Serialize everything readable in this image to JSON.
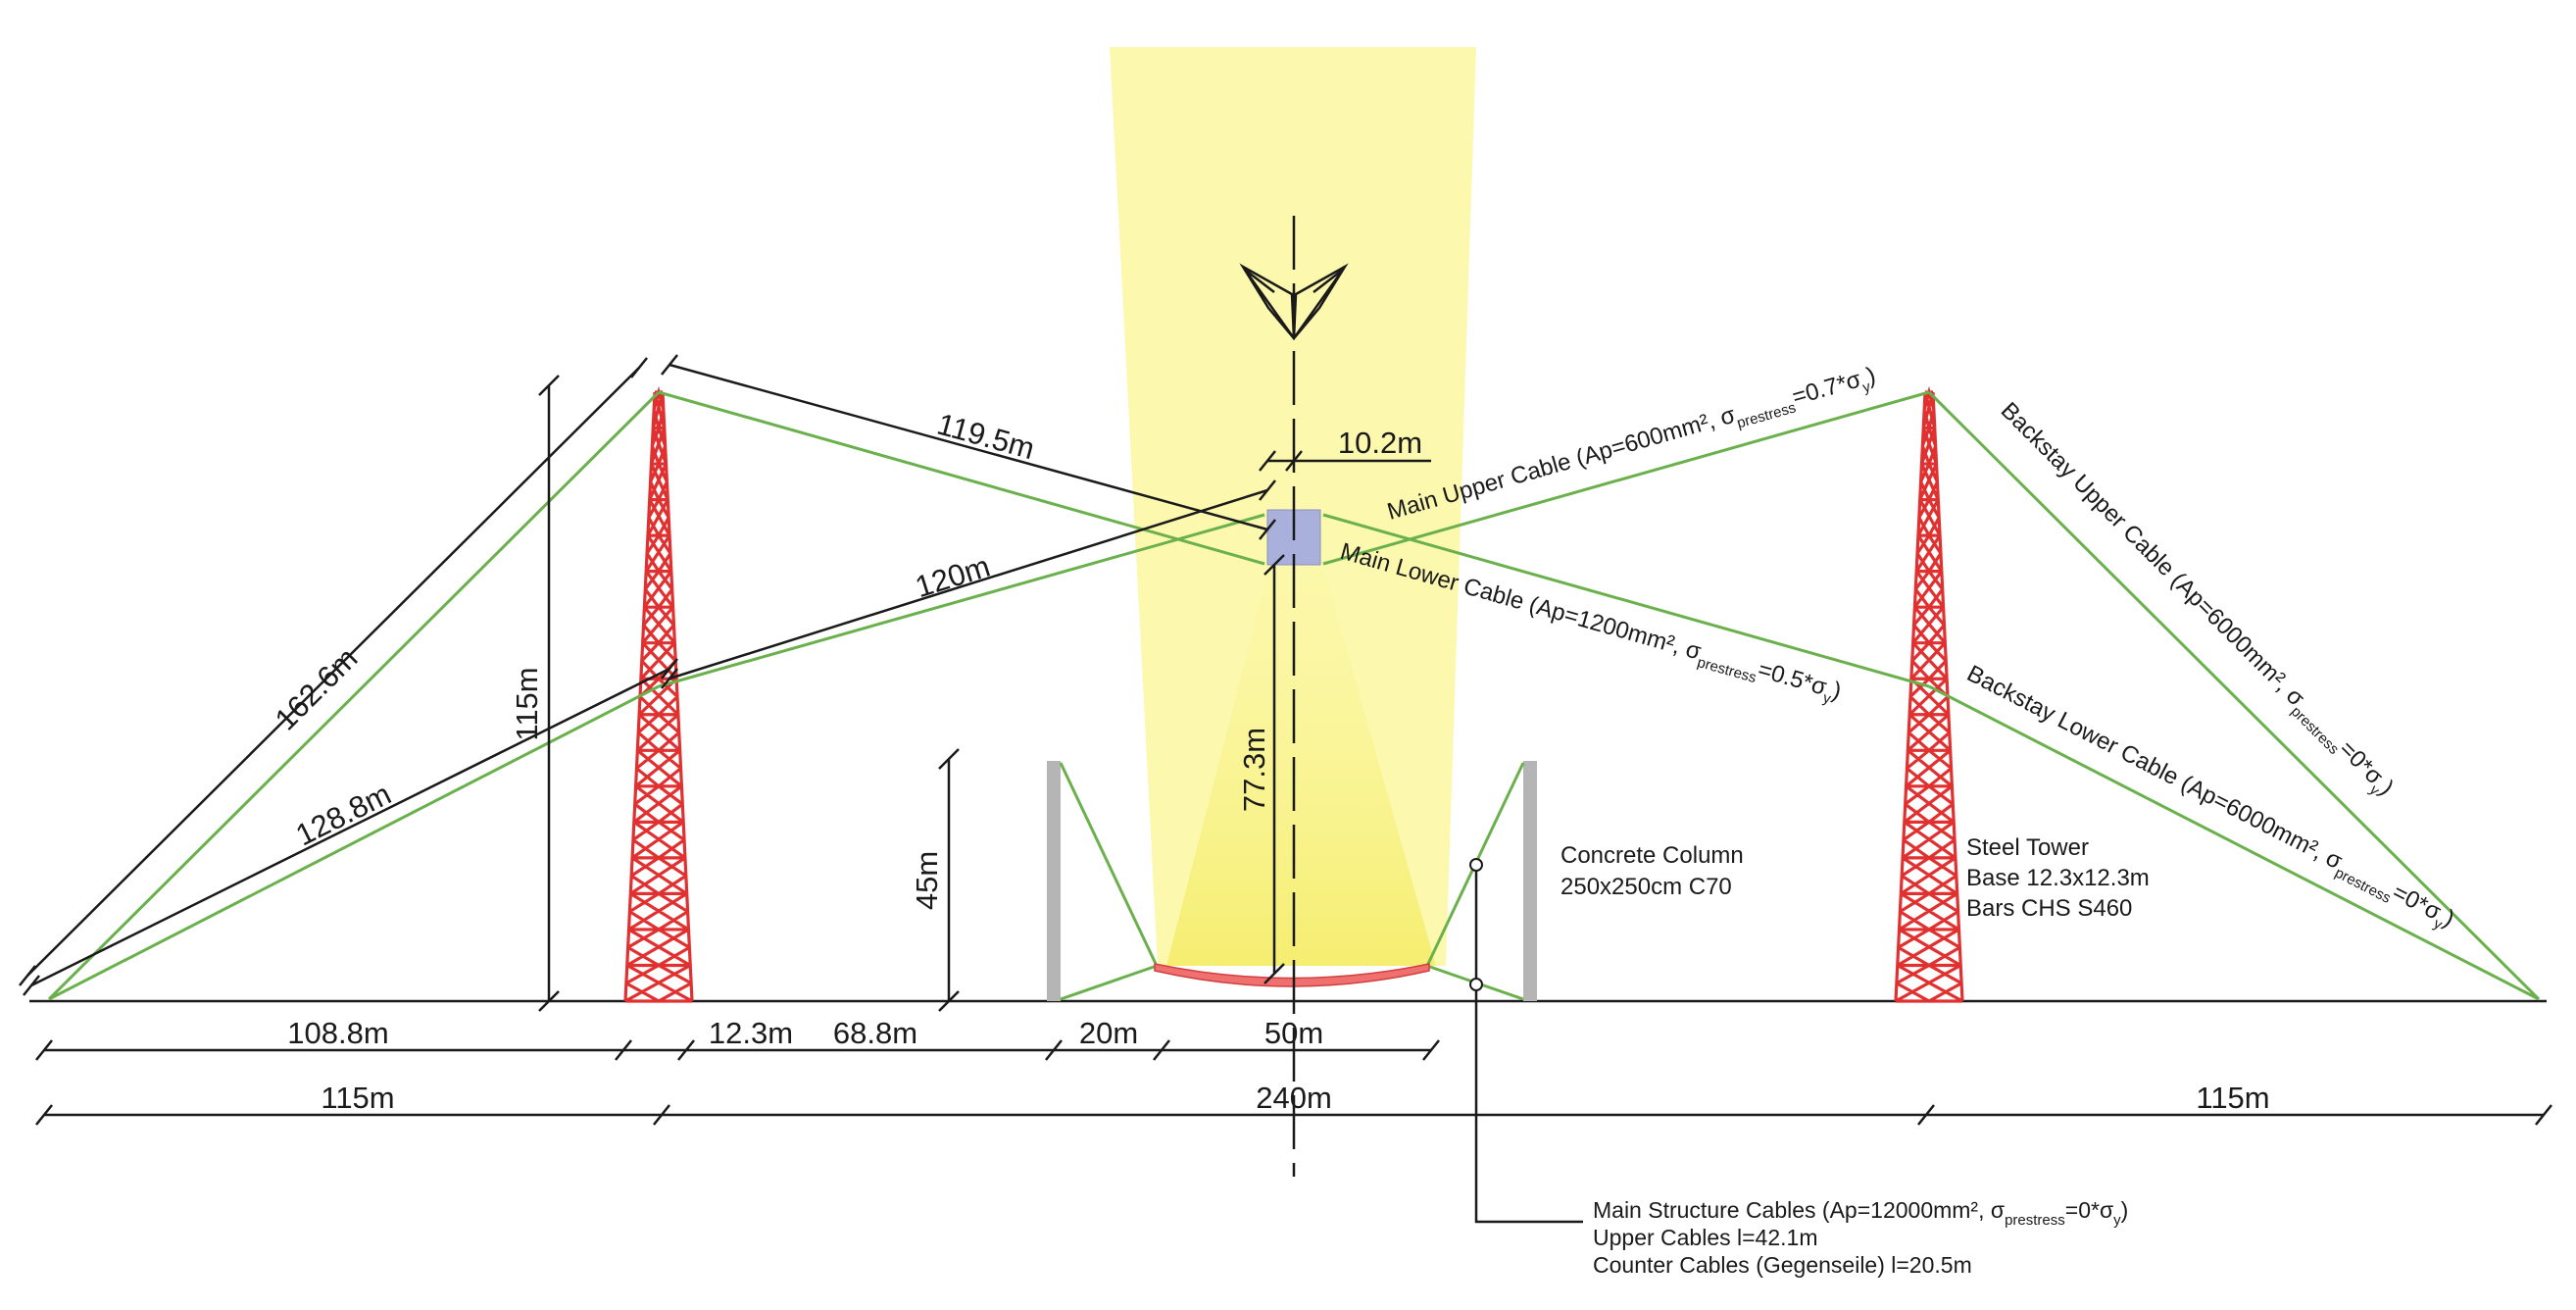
{
  "colors": {
    "cable": "#6ab04c",
    "tower": "#e03030",
    "beam": "#fbf7a0",
    "beam_core": "#f5ee70",
    "platform": "#aab0dc",
    "column": "#b5b5b5",
    "dim_line": "#1a1a1a",
    "arc": "#f07070"
  },
  "dimensions": {
    "diag_162": "162.6m",
    "diag_128": "128.8m",
    "height_115": "115m",
    "diag_119": "119.5m",
    "diag_120": "120m",
    "width_10": "10.2m",
    "height_77": "77.3m",
    "height_45": "45m",
    "h_108": "108.8m",
    "h_12": "12.3m",
    "h_68": "68.8m",
    "h_20": "20m",
    "h_50": "50m",
    "h_115_left": "115m",
    "h_240": "240m",
    "h_115_right": "115m"
  },
  "labels": {
    "main_upper": {
      "pre": "Main Upper Cable (Ap=600mm², σ",
      "sub": "prestress",
      "post": "=0.7*σ",
      "sub2": "y",
      "end": ")"
    },
    "main_lower": {
      "pre": "Main Lower Cable (Ap=1200mm², σ",
      "sub": "prestress",
      "post": "=0.5*σ",
      "sub2": "y",
      "end": ")"
    },
    "backstay_upper": {
      "pre": "Backstay Upper Cable (Ap=6000mm², σ",
      "sub": "prestress",
      "post": "=0*σ",
      "sub2": "y",
      "end": ")"
    },
    "backstay_lower": {
      "pre": "Backstay Lower Cable (Ap=6000mm², σ",
      "sub": "prestress",
      "post": "=0*σ",
      "sub2": "y",
      "end": ")"
    },
    "concrete_column": {
      "line1": "Concrete Column",
      "line2": "250x250cm C70"
    },
    "steel_tower": {
      "line1": "Steel Tower",
      "line2": "Base 12.3x12.3m",
      "line3": "Bars CHS S460"
    },
    "main_structure": {
      "pre": "Main Structure Cables (Ap=12000mm², σ",
      "sub": "prestress",
      "post": "=0*σ",
      "sub2": "y",
      "end": ")",
      "line2": "Upper Cables l=42.1m",
      "line3": "Counter Cables (Gegenseile) l=20.5m"
    }
  }
}
